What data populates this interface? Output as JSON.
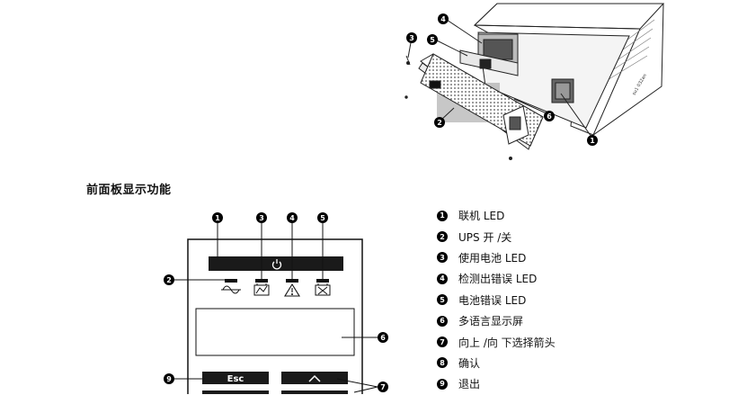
{
  "section_title": "前面板显示功能",
  "unit_diagram": {
    "callouts": [
      "4",
      "5",
      "3",
      "2",
      "6",
      "1"
    ],
    "model_code": "su1 032an"
  },
  "panel_diagram": {
    "callouts": [
      "1",
      "3",
      "4",
      "5",
      "2",
      "6",
      "9",
      "7"
    ],
    "esc_label": "Esc"
  },
  "legend": [
    {
      "num": "1",
      "text": "联机 LED"
    },
    {
      "num": "2",
      "text": "UPS 开 /关"
    },
    {
      "num": "3",
      "text": "使用电池 LED"
    },
    {
      "num": "4",
      "text": "检测出错误 LED"
    },
    {
      "num": "5",
      "text": "电池错误 LED"
    },
    {
      "num": "6",
      "text": "多语言显示屏"
    },
    {
      "num": "7",
      "text": "向上 /向 下选择箭头"
    },
    {
      "num": "8",
      "text": "确认"
    },
    {
      "num": "9",
      "text": "退出"
    }
  ]
}
